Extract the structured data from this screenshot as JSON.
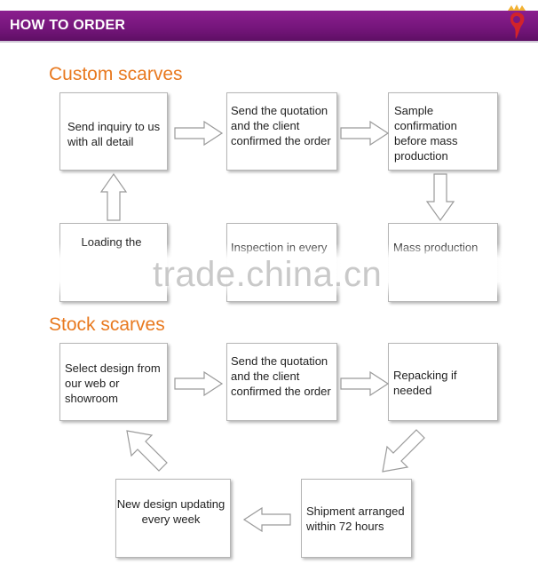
{
  "header": {
    "title": "HOW TO ORDER",
    "brand_color": "#7a1880",
    "logo_icon": "brand-logo-icon"
  },
  "sections": {
    "custom": {
      "title": "Custom scarves",
      "boxes": {
        "inquiry": "Send inquiry to us with all detail",
        "quotation": "Send the quotation and the client confirmed the order",
        "sample": "Sample confirmation before mass production",
        "loading": "Loading the",
        "inspection": "Inspection in every",
        "mass": "Mass production"
      }
    },
    "stock": {
      "title": "Stock scarves",
      "boxes": {
        "select": "Select design from our web or showroom",
        "quotation": "Send the quotation and the client confirmed the order",
        "repacking": "Repacking  if needed",
        "shipment": "Shipment arranged within 72 hours",
        "newdesign": "New design updating every week"
      }
    }
  },
  "watermark": "trade.china.cn",
  "colors": {
    "section_title": "#e8791f",
    "box_border": "#b5b5b5",
    "arrow_stroke": "#9a9a9a"
  }
}
